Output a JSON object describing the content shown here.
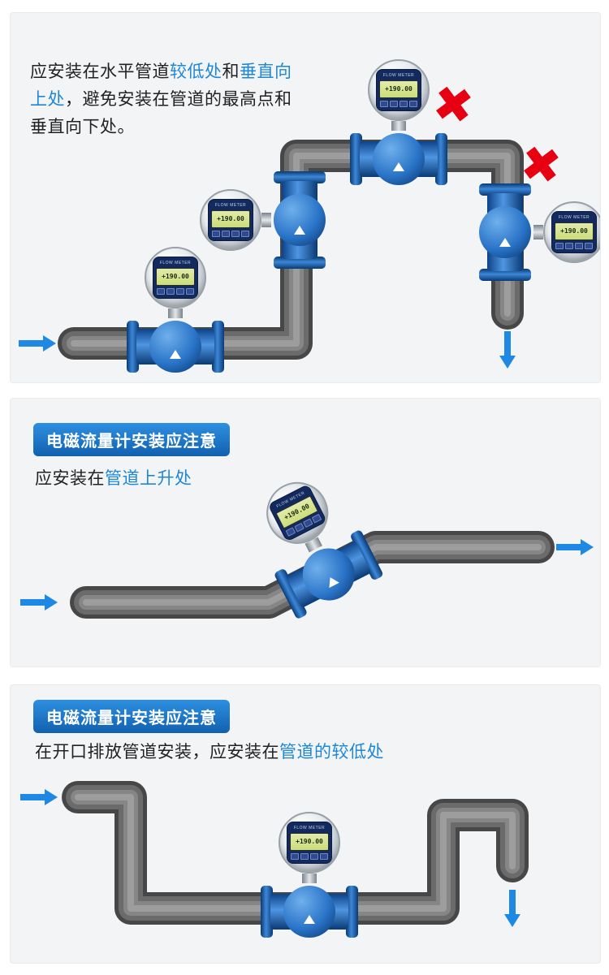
{
  "colors": {
    "accent_blue": "#1e87d6",
    "badge_blue_top": "#2e8fe0",
    "badge_blue_bottom": "#1161b0",
    "arrow_blue": "#1e88e5",
    "error_red": "#e60012",
    "pipe_gray": "#6b6b6b",
    "device_blue": "#1565c0"
  },
  "device": {
    "brand": "FLOW METER",
    "screen_value": "+190.00"
  },
  "marks": {
    "wrong": "✖"
  },
  "panel1": {
    "text": {
      "t1": "应安装在水平管道",
      "h1": "较低处",
      "t2": "和",
      "h2": "垂直向上处",
      "t3": "，避免安装在管道的最高点和垂直向下处。"
    }
  },
  "panel2": {
    "badge": "电磁流量计安装应注意",
    "text": {
      "t1": "应安装在",
      "h1": "管道上升处"
    }
  },
  "panel3": {
    "badge": "电磁流量计安装应注意",
    "text": {
      "t1": "在开口排放管道安装，应安装在",
      "h1": "管道的较低处"
    }
  }
}
